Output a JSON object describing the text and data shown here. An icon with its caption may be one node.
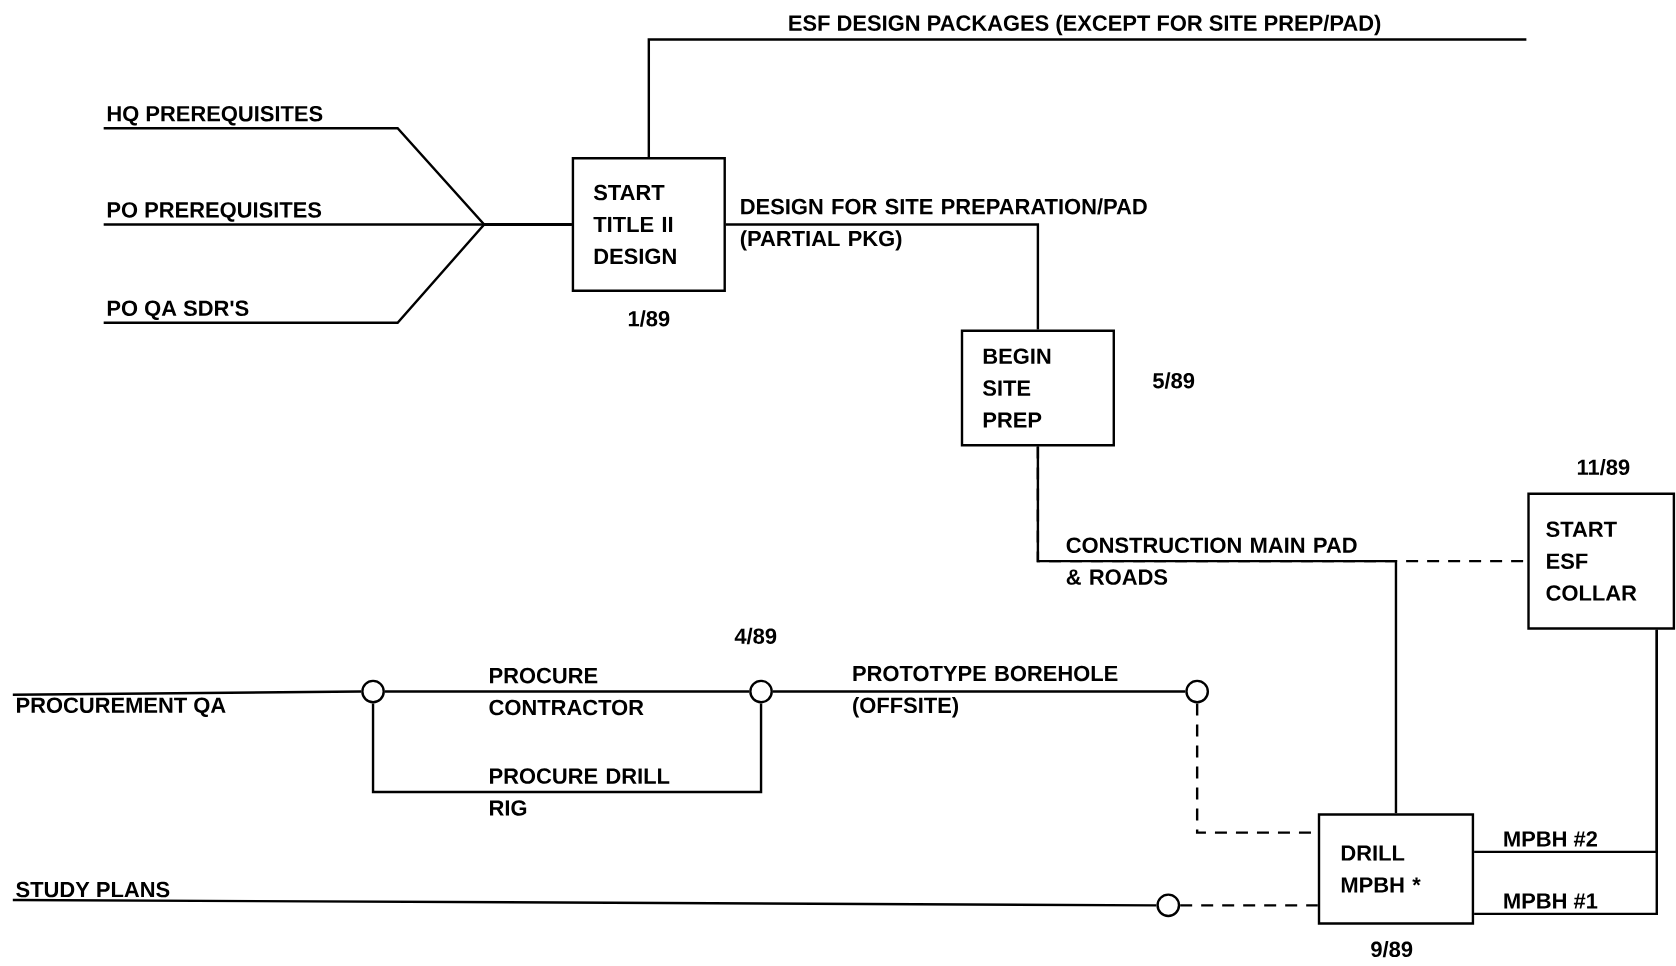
{
  "diagram": {
    "nodes": [
      {
        "text": [
          "HQ PREREQUISITES"
        ]
      },
      {
        "text": [
          "PO PREREQUISITES"
        ]
      },
      {
        "text": [
          "PO QA SDR'S"
        ]
      },
      {
        "text": [
          "START TITLE II DESIGN"
        ],
        "beside": [
          "1/89"
        ]
      },
      {
        "text": [
          "BEGIN SITE PREP"
        ],
        "beside": [
          "5/89"
        ]
      },
      {
        "text": [
          "START ESF COLLAR"
        ],
        "beside": [
          "11/89"
        ]
      },
      {
        "text": [
          "PROCUREMENT QA"
        ]
      },
      {
        "text": [],
        "shape": "circle"
      },
      {
        "text": [],
        "shape": "circle",
        "beside": [
          "4/89"
        ]
      },
      {
        "text": [],
        "shape": "circle"
      },
      {
        "text": [
          "DRILL MPBH *"
        ],
        "beside": [
          "9/89"
        ]
      },
      {
        "text": [
          "STUDY PLANS"
        ]
      },
      {
        "text": [],
        "shape": "circle"
      }
    ],
    "edges": [
      {
        "from": 0,
        "to": 3,
        "arrow": "none"
      },
      {
        "from": 1,
        "to": 3,
        "arrow": "none"
      },
      {
        "from": 2,
        "to": 3,
        "arrow": "none"
      },
      {
        "from": 3,
        "to": null,
        "arrow": "none",
        "label": "ESF DESIGN PACKAGES (EXCEPT FOR SITE PREP/PAD)"
      },
      {
        "from": 3,
        "to": 4,
        "arrow": "none",
        "label": "DESIGN FOR SITE PREPARATION/PAD (PARTIAL PKG)"
      },
      {
        "from": 4,
        "to": 10,
        "arrow": "none",
        "label": "CONSTRUCTION MAIN PAD & ROADS"
      },
      {
        "from": 4,
        "to": 5,
        "arrow": "none",
        "style": "dashed"
      },
      {
        "from": 10,
        "to": 5,
        "arrow": "none",
        "label": "MPBH #2"
      },
      {
        "from": 10,
        "to": 5,
        "arrow": "none",
        "label": "MPBH #1"
      },
      {
        "from": 6,
        "to": 7,
        "arrow": "none"
      },
      {
        "from": 7,
        "to": 8,
        "arrow": "none",
        "label": "PROCURE CONTRACTOR"
      },
      {
        "from": 7,
        "to": 8,
        "arrow": "none",
        "label": "PROCURE DRILL RIG"
      },
      {
        "from": 8,
        "to": 9,
        "arrow": "none",
        "label": "PROTOTYPE BOREHOLE (OFFSITE)"
      },
      {
        "from": 9,
        "to": 10,
        "arrow": "none",
        "style": "dashed"
      },
      {
        "from": 11,
        "to": 12,
        "arrow": "none"
      },
      {
        "from": 12,
        "to": 10,
        "arrow": "none",
        "style": "dashed"
      }
    ]
  }
}
